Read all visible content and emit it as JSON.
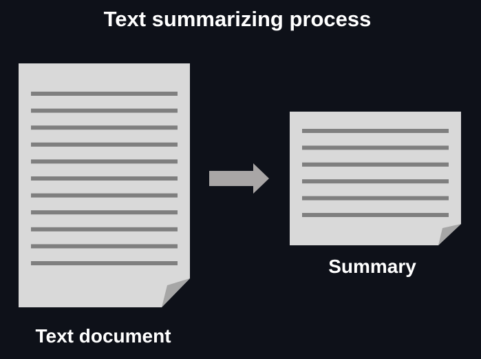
{
  "title": "Text summarizing process",
  "source_document": {
    "label": "Text document",
    "line_count": 11
  },
  "summary_document": {
    "label": "Summary",
    "line_count": 6
  },
  "arrow": {
    "icon": "right-arrow-icon"
  },
  "colors": {
    "background": "#0e1119",
    "page": "#d9d9d9",
    "page_fold": "#a6a6a6",
    "text_line": "#7f7f7f",
    "arrow": "#a9a6a6",
    "label_text": "#ffffff"
  }
}
